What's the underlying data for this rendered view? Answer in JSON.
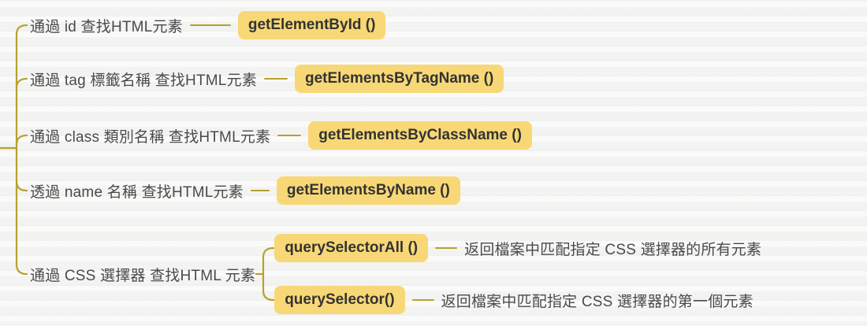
{
  "meta": {
    "title": "DOM 查找 HTML 元素 mind map",
    "colors": {
      "background": "#f6f6f4",
      "branch_line": "#b5a22e",
      "node_background": "#f8d876",
      "node_text": "#333333",
      "label_text": "#4a4a4a"
    }
  },
  "tree": {
    "branches": [
      {
        "label": "通過 id 查找HTML元素",
        "method": "getElementById ()"
      },
      {
        "label": "通過 tag 標籤名稱 查找HTML元素",
        "method": "getElementsByTagName ()"
      },
      {
        "label": "通過 class 類別名稱 查找HTML元素",
        "method": "getElementsByClassName ()"
      },
      {
        "label": "透過 name 名稱 查找HTML元素",
        "method": "getElementsByName ()"
      },
      {
        "label": "通過 CSS 選擇器 查找HTML 元素",
        "children": [
          {
            "method": "querySelectorAll ()",
            "description": "返回檔案中匹配指定 CSS 選擇器的所有元素"
          },
          {
            "method": "querySelector()",
            "description": "返回檔案中匹配指定 CSS 選擇器的第一個元素"
          }
        ]
      }
    ]
  }
}
